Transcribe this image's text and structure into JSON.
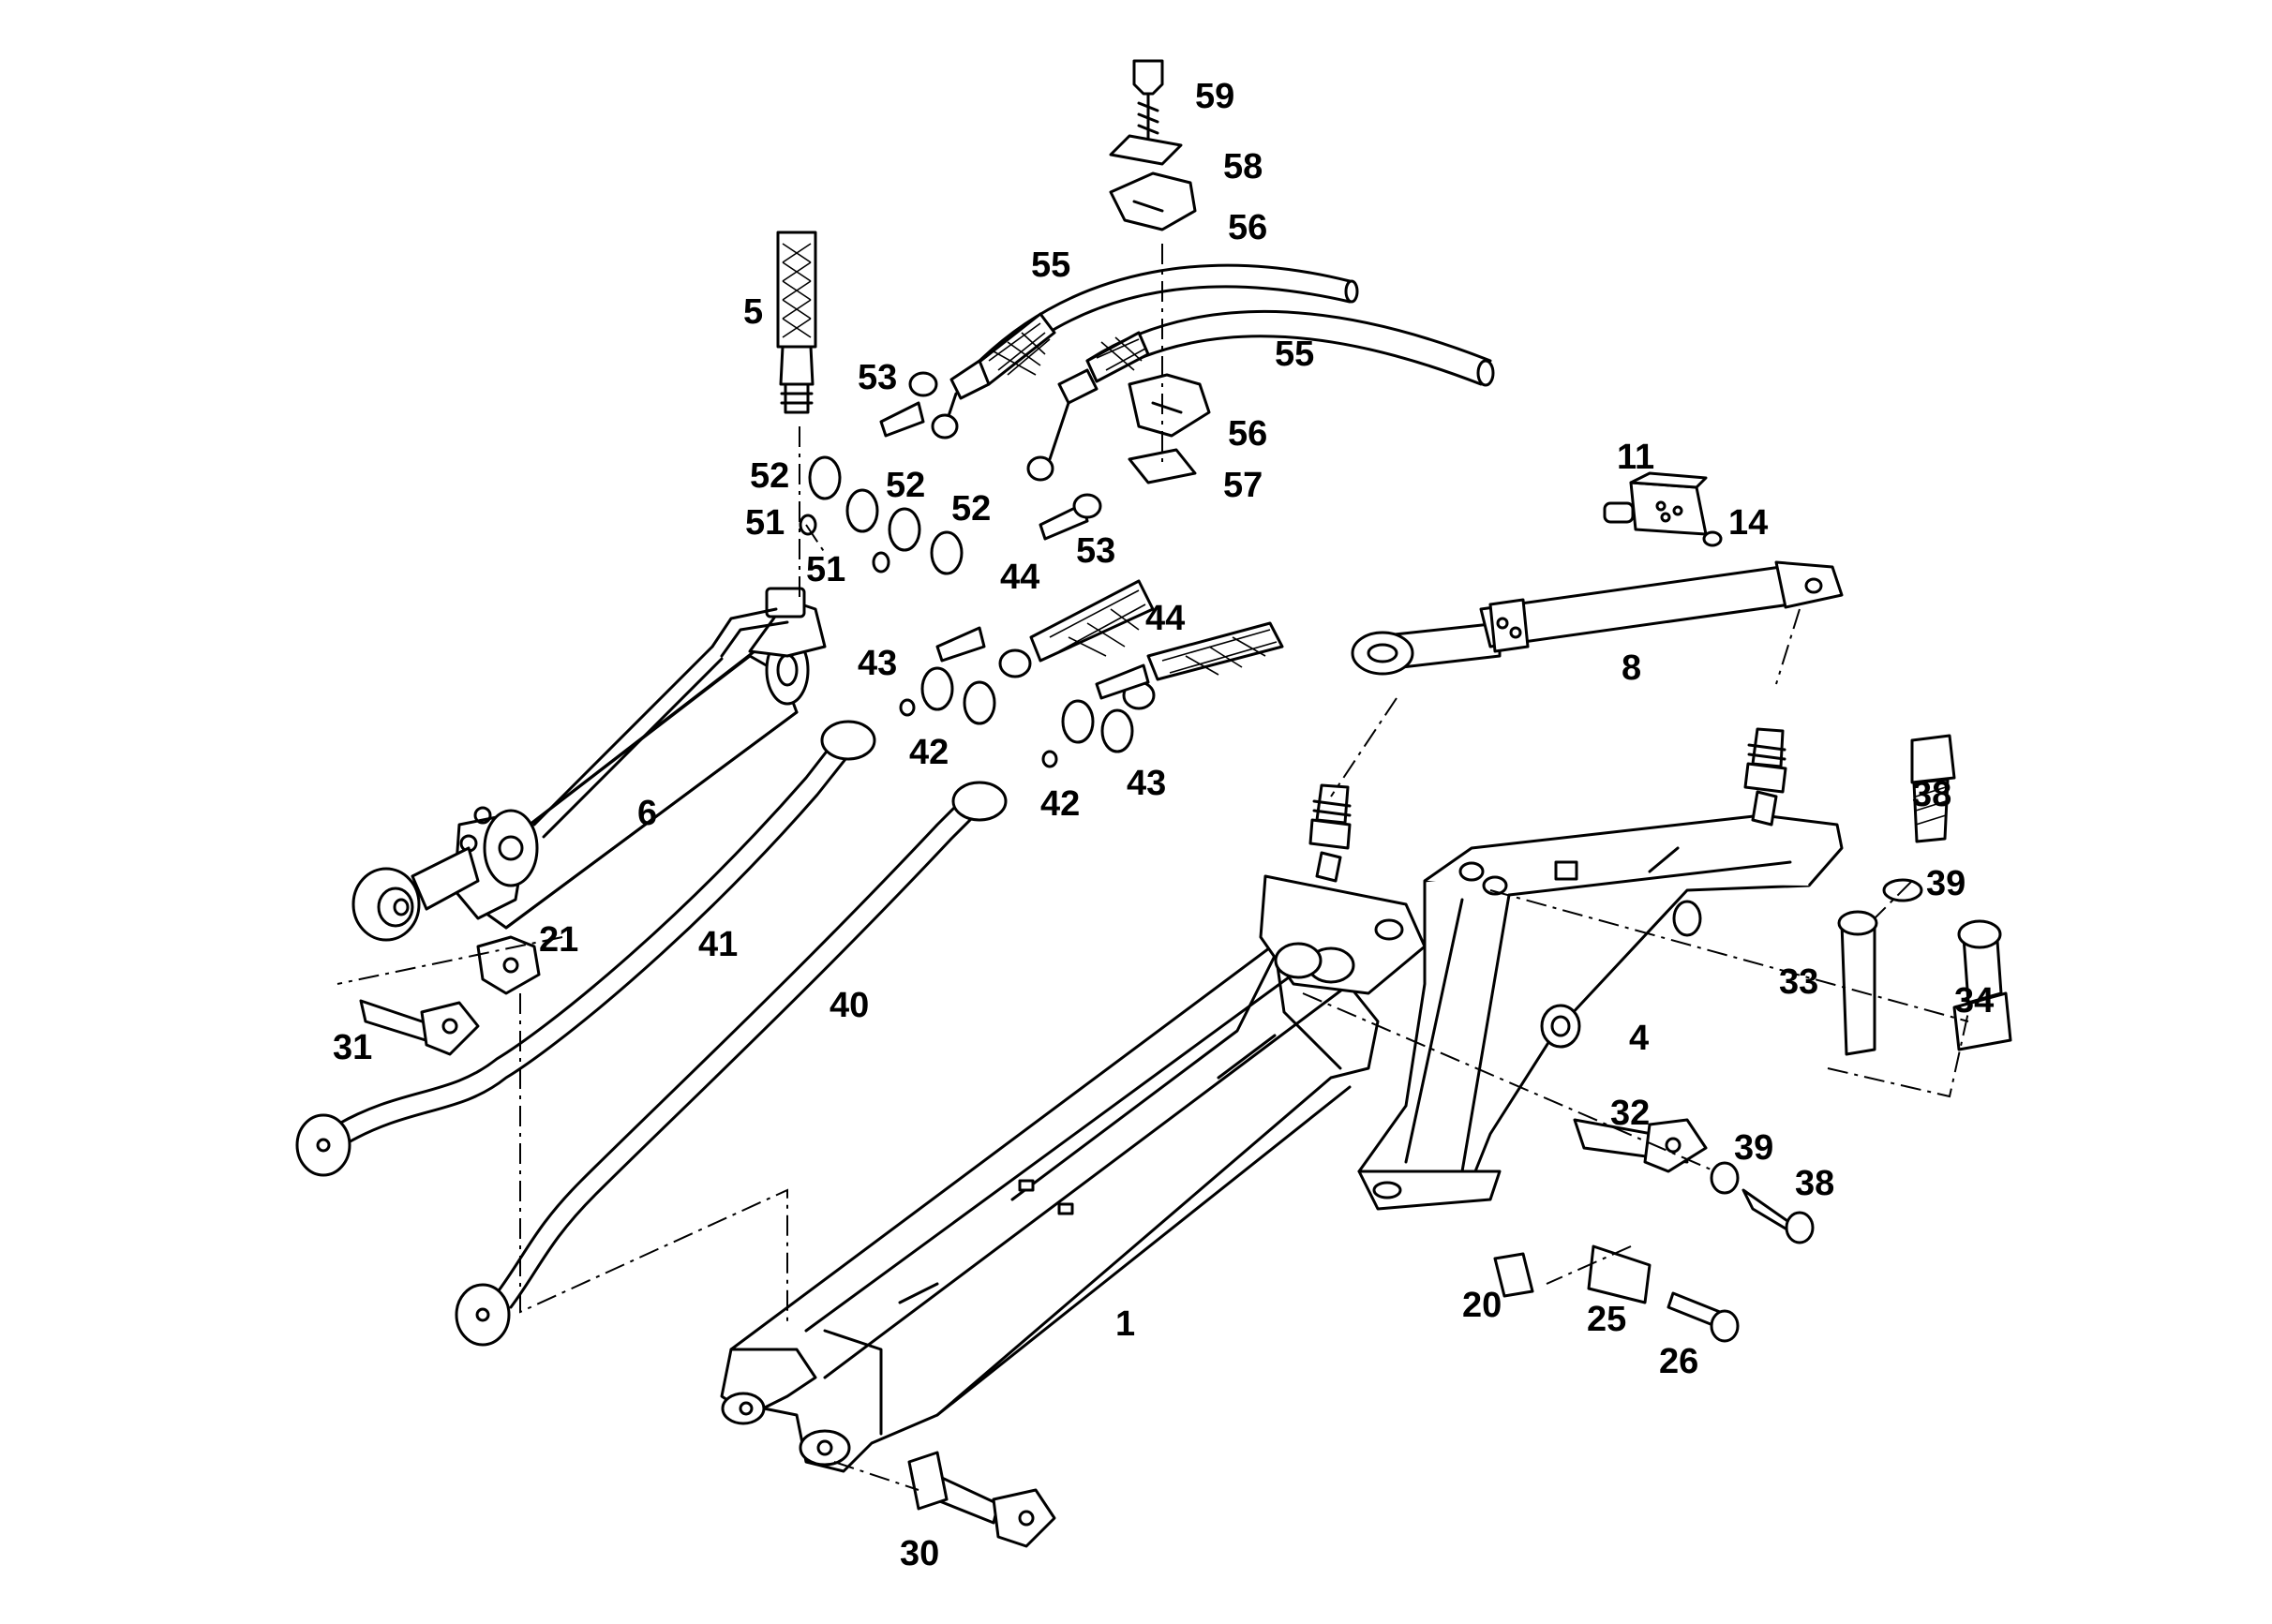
{
  "diagram": {
    "callouts": [
      "59",
      "58",
      "56",
      "55",
      "5",
      "53",
      "55",
      "56",
      "52",
      "52",
      "52",
      "51",
      "57",
      "53",
      "51",
      "44",
      "44",
      "43",
      "42",
      "43",
      "42",
      "11",
      "14",
      "8",
      "6",
      "38",
      "39",
      "33",
      "34",
      "21",
      "41",
      "31",
      "40",
      "4",
      "32",
      "39",
      "38",
      "20",
      "25",
      "26",
      "1",
      "30"
    ]
  }
}
